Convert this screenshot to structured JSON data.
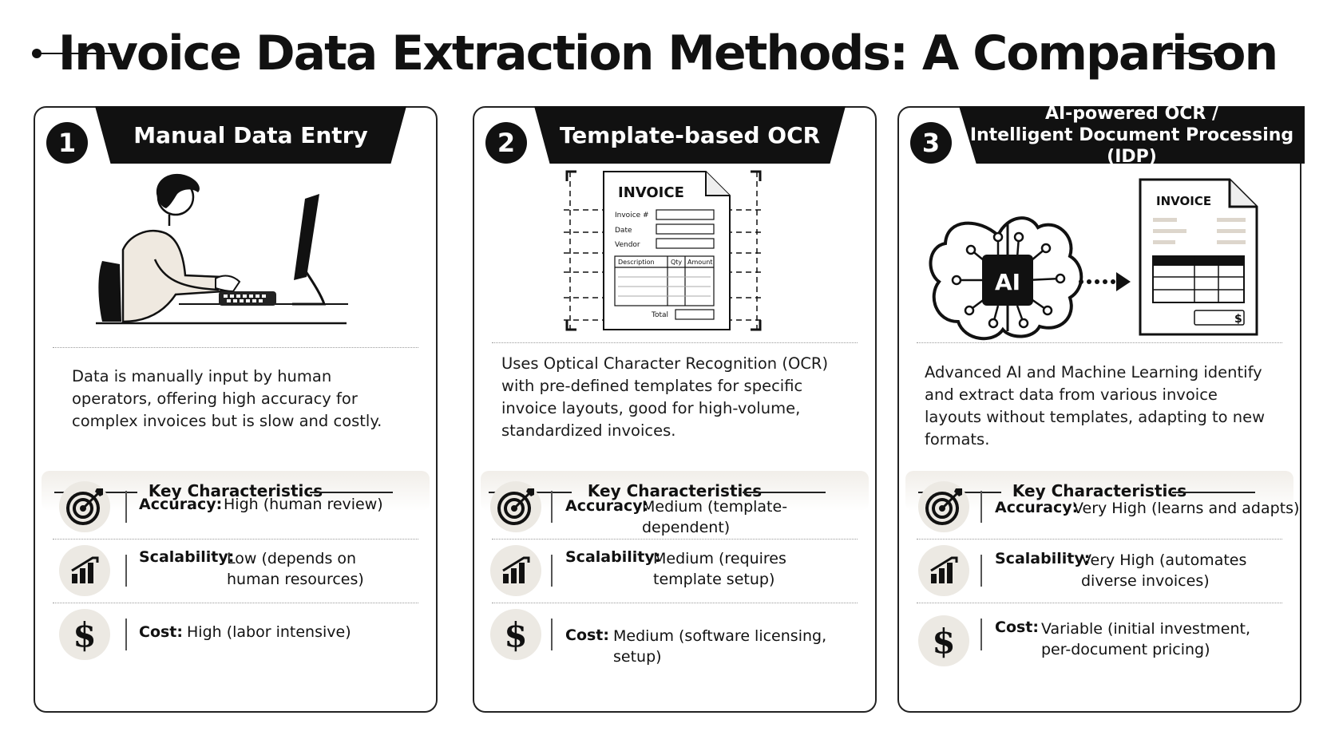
{
  "title": "Invoice Data Extraction Methods: A Comparison",
  "key_title": "Key Characteristics",
  "cards": [
    {
      "number": "1",
      "heading": "Manual Data Entry",
      "description": "Data is manually input by human operators, offering high accuracy for complex invoices but is slow and costly.",
      "accuracy_label": "Accuracy:",
      "accuracy_value": "High (human review)",
      "scalability_label": "Scalability:",
      "scalability_value_1": "Low (depends on",
      "scalability_value_2": "human resources)",
      "cost_label": "Cost:",
      "cost_value_1": "High (labor intensive)",
      "cost_value_2": ""
    },
    {
      "number": "2",
      "heading": "Template-based OCR",
      "description": "Uses Optical Character Recognition (OCR) with pre-defined templates for specific invoice layouts, good for high-volume, standardized invoices.",
      "accuracy_label": "Accuracy:",
      "accuracy_value": "Medium (template-dependent)",
      "scalability_label": "Scalability:",
      "scalability_value_1": "Medium (requires",
      "scalability_value_2": "template setup)",
      "cost_label": "Cost:",
      "cost_value_1": "Medium (software licensing, setup)",
      "cost_value_2": ""
    },
    {
      "number": "3",
      "heading_line1": "AI-powered OCR /",
      "heading_line2": "Intelligent Document Processing (IDP)",
      "description": "Advanced AI and Machine Learning identify and extract data from various invoice layouts without templates, adapting to new formats.",
      "accuracy_label": "Accuracy:",
      "accuracy_value": "Very High (learns and adapts)",
      "scalability_label": "Scalability:",
      "scalability_value_1": "Very High (automates",
      "scalability_value_2": "diverse invoices)",
      "cost_label": "Cost:",
      "cost_value_1": "Variable (initial investment,",
      "cost_value_2": "per-document pricing)"
    }
  ],
  "template_invoice": {
    "title": "INVOICE",
    "field_invoice": "Invoice #",
    "field_date": "Date",
    "field_vendor": "Vendor",
    "col_description": "Description",
    "col_qty": "Qty",
    "col_amount": "Amount",
    "total": "Total"
  },
  "ai_invoice": {
    "title": "INVOICE",
    "ai_label": "AI",
    "dollar": "$"
  },
  "dollar_symbol": "$"
}
